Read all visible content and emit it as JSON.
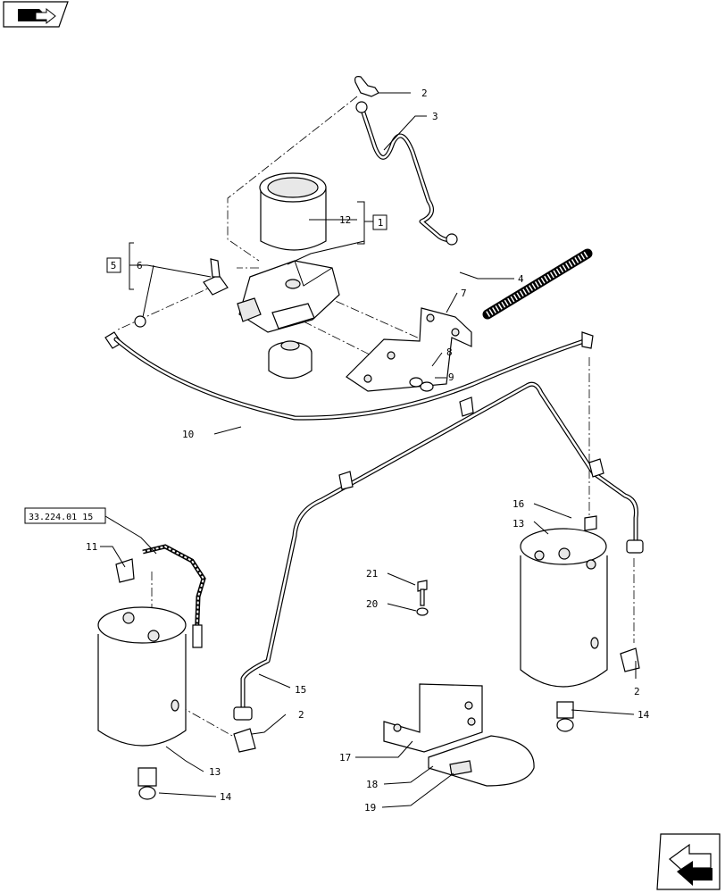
{
  "callouts": {
    "c1": "1",
    "c2a": "2",
    "c2b": "2",
    "c2c": "2",
    "c3": "3",
    "c4": "4",
    "c5": "5",
    "c6": "6",
    "c7": "7",
    "c8": "8",
    "c9": "9",
    "c10": "10",
    "c11": "11",
    "c12": "12",
    "c13a": "13",
    "c13b": "13",
    "c14a": "14",
    "c14b": "14",
    "c15": "15",
    "c16": "16",
    "c17": "17",
    "c18": "18",
    "c19": "19",
    "c20": "20",
    "c21": "21"
  },
  "reference": "33.224.01 15",
  "icons": {
    "top_left": "folder-arrow-icon",
    "bottom_right": "next-page-arrow-icon"
  }
}
